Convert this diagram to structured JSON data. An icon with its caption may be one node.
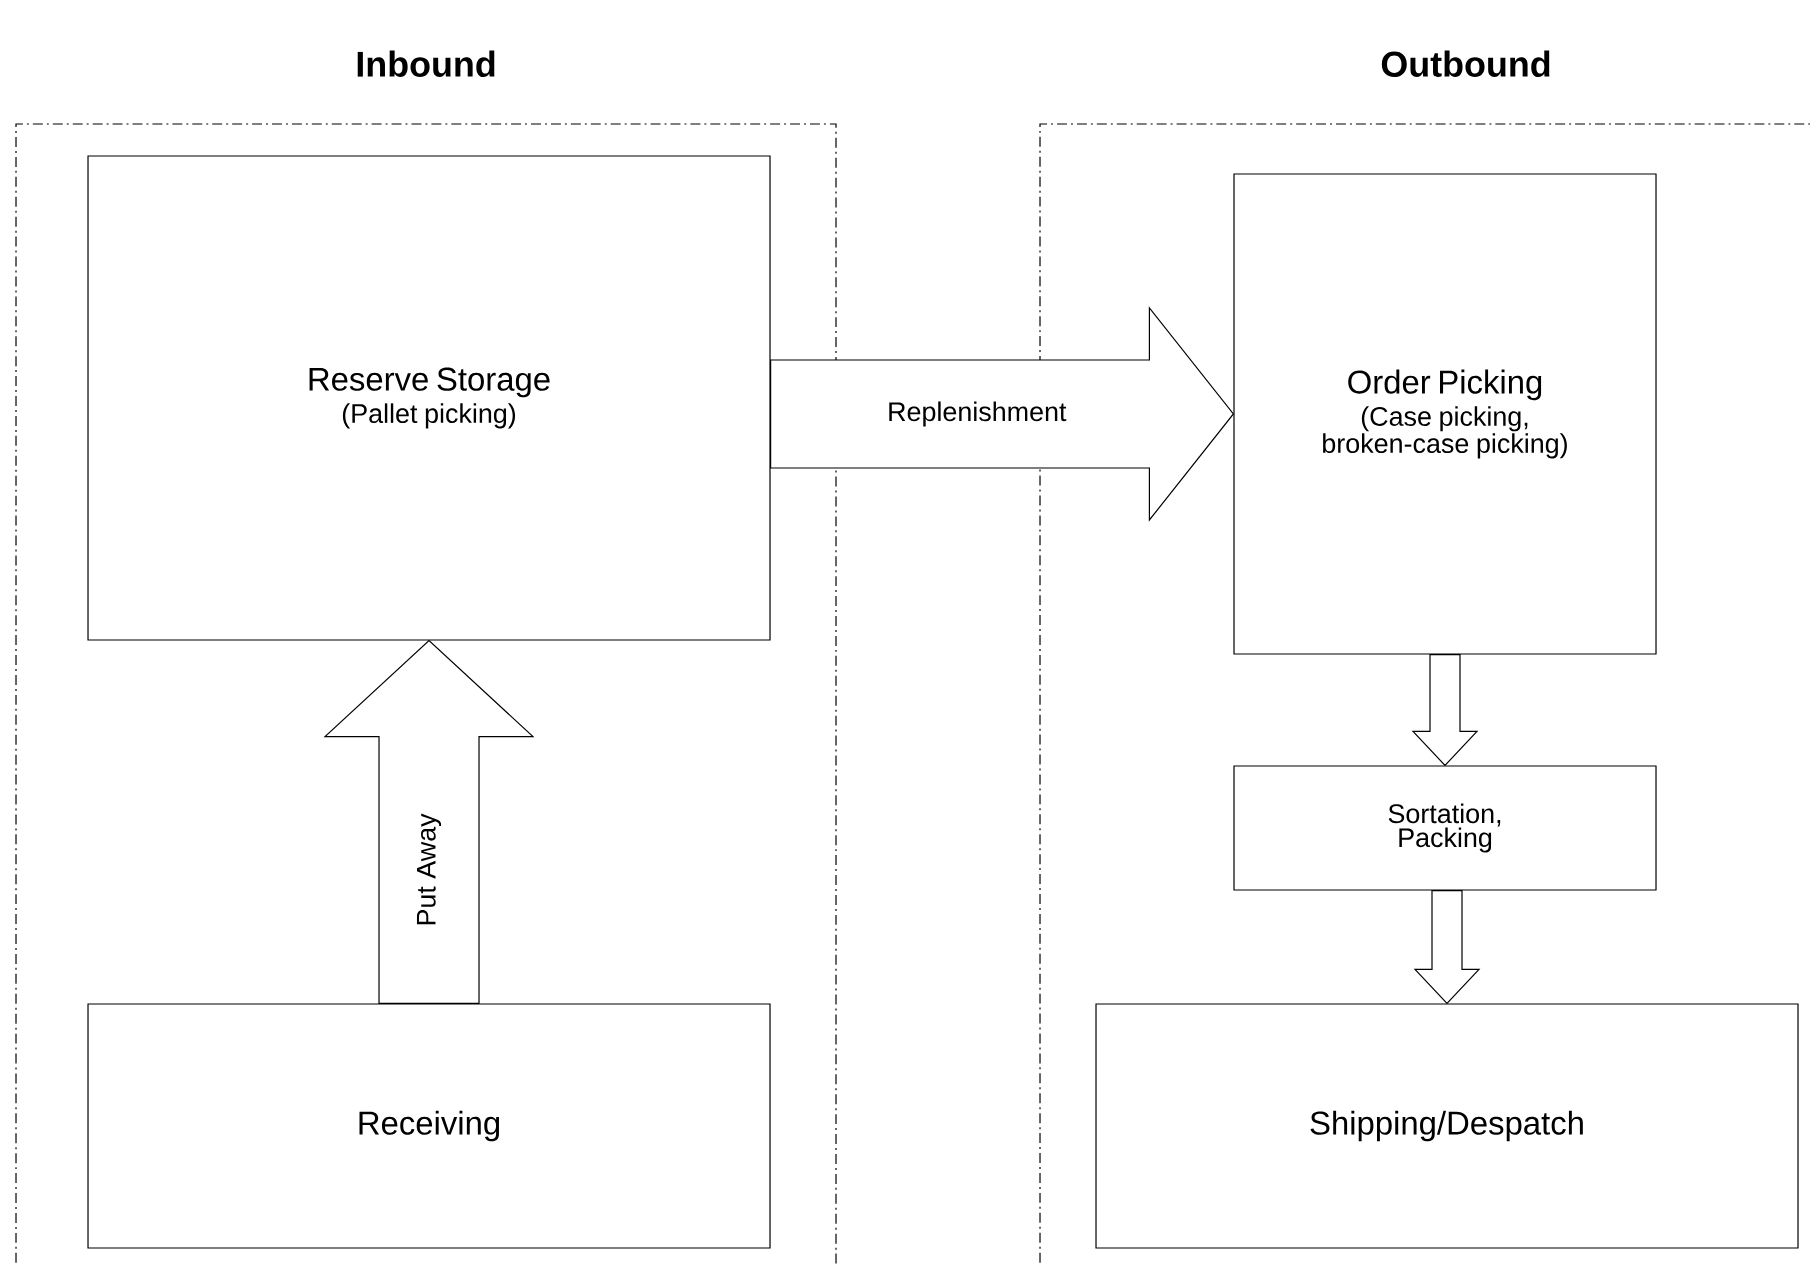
{
  "diagram": {
    "nodes": [
      {
        "text": [
          "Inbound"
        ]
      },
      {
        "text": [
          "Reserve Storage",
          "(Pallet picking)"
        ],
        "in": 0
      },
      {
        "text": [
          "Receiving"
        ],
        "in": 0
      },
      {
        "text": [
          "Outbound"
        ]
      },
      {
        "text": [
          "Order Picking",
          "(Case picking, broken-case picking)"
        ],
        "in": 3
      },
      {
        "text": [
          "Sortation, Packing"
        ],
        "in": 3
      },
      {
        "text": [
          "Shipping/Despatch"
        ],
        "in": 3
      }
    ],
    "edges": [
      {
        "from": 2,
        "to": 1,
        "arrow": "to",
        "label": "Put Away"
      },
      {
        "from": 1,
        "to": 4,
        "arrow": "to",
        "label": "Replenishment"
      },
      {
        "from": 4,
        "to": 5,
        "arrow": "to"
      },
      {
        "from": 5,
        "to": 6,
        "arrow": "to"
      }
    ]
  }
}
